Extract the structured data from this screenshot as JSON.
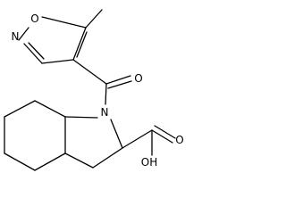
{
  "atom_labels": {
    "isoxazole_oxygen": "O",
    "isoxazole_nitrogen": "N",
    "carbonyl_oxygen": "O",
    "ring_nitrogen": "N",
    "acid_oxygen": "O",
    "acid_hydroxyl": "OH"
  }
}
